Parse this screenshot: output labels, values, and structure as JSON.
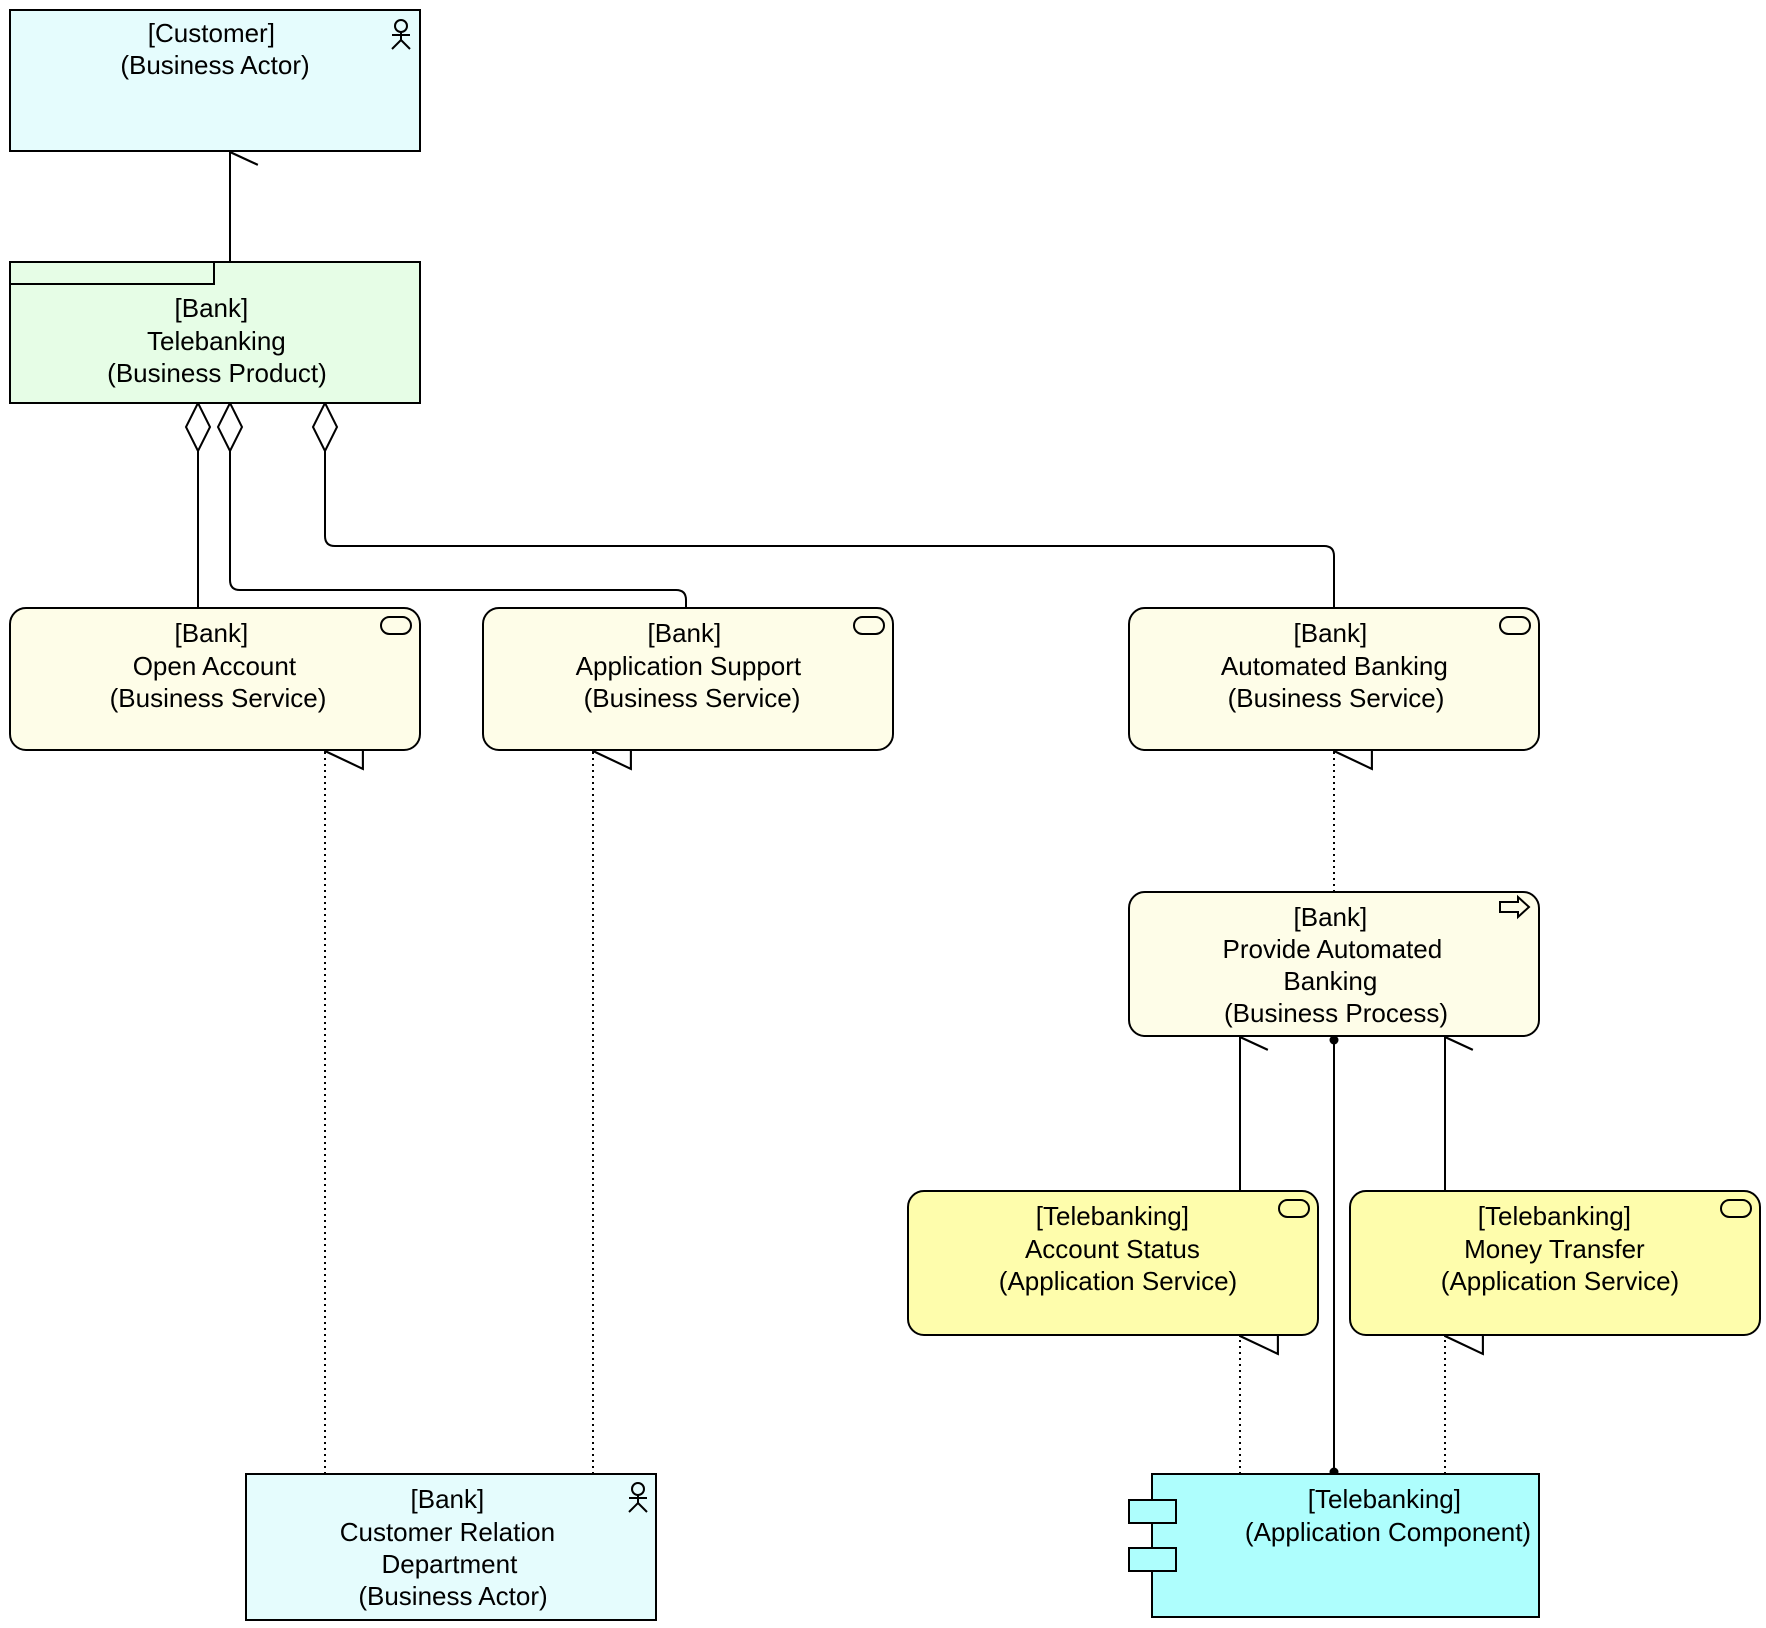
{
  "colors": {
    "business_actor": "#e5fcfd",
    "business_product": "#e6fde6",
    "business_service": "#fefde8",
    "business_process": "#fefde8",
    "application_service": "#fefdac",
    "application_component": "#aefefd",
    "line": "#000000"
  },
  "nodes": {
    "customer": {
      "lines": [
        "[Customer]",
        "(Business Actor)"
      ],
      "icon": "actor-icon"
    },
    "telebanking_product": {
      "lines": [
        "[Bank]",
        "Telebanking",
        "(Business Product)"
      ],
      "icon": "product-tab-icon"
    },
    "open_account": {
      "lines": [
        "[Bank]",
        "Open Account",
        "(Business Service)"
      ],
      "icon": "service-icon"
    },
    "application_support": {
      "lines": [
        "[Bank]",
        "Application Support",
        "(Business Service)"
      ],
      "icon": "service-icon"
    },
    "automated_banking": {
      "lines": [
        "[Bank]",
        "Automated Banking",
        "(Business Service)"
      ],
      "icon": "service-icon"
    },
    "provide_automated_banking": {
      "lines": [
        "[Bank]",
        "Provide Automated",
        "Banking",
        "(Business Process)"
      ],
      "icon": "process-arrow-icon"
    },
    "account_status": {
      "lines": [
        "[Telebanking]",
        "Account Status",
        "(Application Service)"
      ],
      "icon": "service-icon"
    },
    "money_transfer": {
      "lines": [
        "[Telebanking]",
        "Money Transfer",
        "(Application Service)"
      ],
      "icon": "service-icon"
    },
    "customer_relation_department": {
      "lines": [
        "[Bank]",
        "Customer Relation",
        "Department",
        "(Business Actor)"
      ],
      "icon": "actor-icon"
    },
    "telebanking_component": {
      "lines": [
        "[Telebanking]",
        "(Application Component)"
      ],
      "icon": "component-icon"
    }
  },
  "relations": [
    {
      "type": "serving",
      "from": "telebanking_product",
      "to": "customer"
    },
    {
      "type": "aggregation",
      "from": "telebanking_product",
      "to": "open_account"
    },
    {
      "type": "aggregation",
      "from": "telebanking_product",
      "to": "application_support"
    },
    {
      "type": "aggregation",
      "from": "telebanking_product",
      "to": "automated_banking"
    },
    {
      "type": "realization",
      "from": "customer_relation_department",
      "to": "open_account"
    },
    {
      "type": "realization",
      "from": "customer_relation_department",
      "to": "application_support"
    },
    {
      "type": "realization",
      "from": "provide_automated_banking",
      "to": "automated_banking"
    },
    {
      "type": "serving",
      "from": "account_status",
      "to": "provide_automated_banking"
    },
    {
      "type": "serving",
      "from": "money_transfer",
      "to": "provide_automated_banking"
    },
    {
      "type": "assignment",
      "from": "telebanking_component",
      "to": "provide_automated_banking"
    },
    {
      "type": "realization",
      "from": "telebanking_component",
      "to": "account_status"
    },
    {
      "type": "realization",
      "from": "telebanking_component",
      "to": "money_transfer"
    }
  ]
}
